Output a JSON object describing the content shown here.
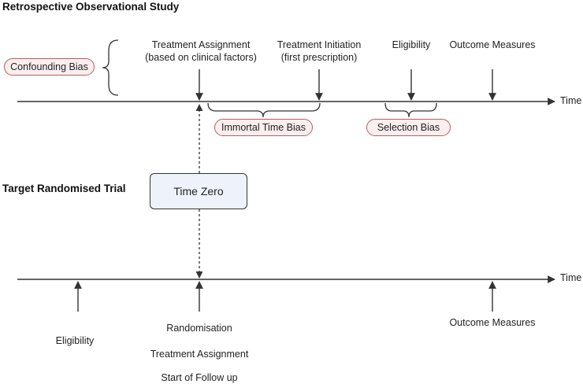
{
  "observational": {
    "title": "Retrospective Observational Study",
    "confounding_bias": "Confounding Bias",
    "events": {
      "treatment_assignment_line1": "Treatment Assignment",
      "treatment_assignment_line2": "(based on clinical factors)",
      "treatment_initiation_line1": "Treatment Initiation",
      "treatment_initiation_line2": "(first prescription)",
      "eligibility": "Eligibility",
      "outcome_measures": "Outcome Measures"
    },
    "time_label": "Time",
    "immortal_time_bias": "Immortal Time Bias",
    "selection_bias": "Selection Bias"
  },
  "trial": {
    "title": "Target Randomised Trial",
    "time_zero": "Time Zero",
    "time_label": "Time",
    "eligibility": "Eligibility",
    "randomisation": "Randomisation",
    "treatment_assignment": "Treatment Assignment",
    "start_follow_up": "Start of Follow up",
    "outcome_measures": "Outcome Measures"
  },
  "colors": {
    "bias_fill": "#fbeeee",
    "bias_border": "#b36060",
    "time_zero_fill": "#eef3fb"
  }
}
